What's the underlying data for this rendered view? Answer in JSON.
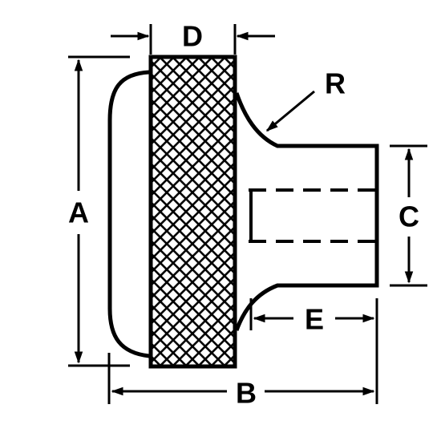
{
  "labels": {
    "a": "A",
    "b": "B",
    "c": "C",
    "d": "D",
    "e": "E",
    "r": "R"
  },
  "colors": {
    "ink": "#000000",
    "paper": "#ffffff"
  }
}
